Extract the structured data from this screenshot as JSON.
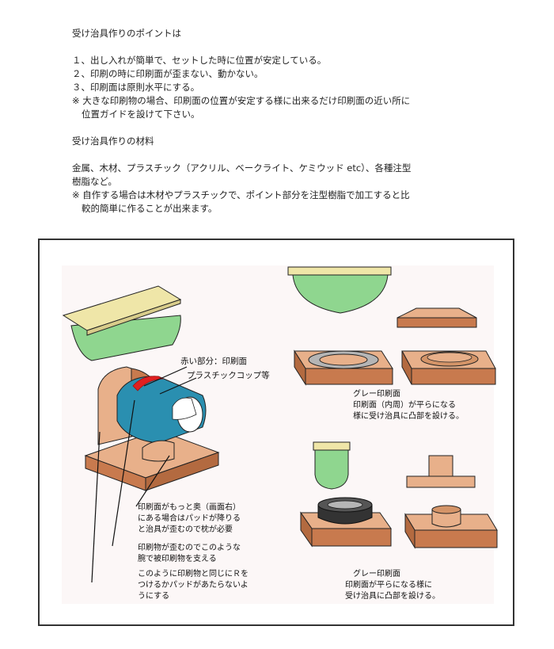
{
  "heading_points": "受け治具作りのポイントは",
  "points": [
    "１、出し入れが簡単で、セットした時に位置が安定している。",
    "２、印刷の時に印刷面が歪まない、動かない。",
    "３、印刷面は原則水平にする。"
  ],
  "note1_line1": "※ 大きな印刷物の場合、印刷面の位置が安定する様に出来るだけ印刷面の近い所に",
  "note1_line2": "位置ガイドを設けて下さい。",
  "heading_material": "受け治具作りの材料",
  "material_line1": "金属、木材、プラスチック（アクリル、ベークライト、ケミウッド etc）、各種注型",
  "material_line2": "樹脂など。",
  "note2_line1": "※ 自作する場合は木材やプラスチックで、ポイント部分を注型樹脂で加工すると比",
  "note2_line2": "較的簡単に作ることが出来ます。",
  "figure": {
    "label_red": "赤い部分：印刷面",
    "label_cup": "プラスチックコップ等",
    "label_gray1_a": "グレー印刷面",
    "label_gray1_b": "印刷面（内周）が平らになる",
    "label_gray1_c": "様に受け治具に凸部を設ける。",
    "label_deep_a": "印刷面がもっと奥（画面右）",
    "label_deep_b": "にある場合はパッドが降りる",
    "label_deep_c": "と治具が歪むので枕が必要",
    "label_arm_a": "印刷物が歪むのでこのような",
    "label_arm_b": "腕で被印刷物を支える",
    "label_r_a": "このように印刷物と同じにＲを",
    "label_r_b": "つけるかパッドがあたらないよ",
    "label_r_c": "うにする",
    "label_gray2_a": "グレー印刷面",
    "label_gray2_b": "印刷面が平らになる様に",
    "label_gray2_c": "受け治具に凸部を設ける。"
  },
  "colors": {
    "pad_green": "#8fd68f",
    "pad_top": "#efe6a8",
    "jig_brown": "#c87a4e",
    "jig_light": "#e8b08a",
    "cup_blue": "#2a8fb0",
    "print_red": "#e02020",
    "print_gray": "#b5b5b5",
    "dark_ring": "#333333"
  }
}
